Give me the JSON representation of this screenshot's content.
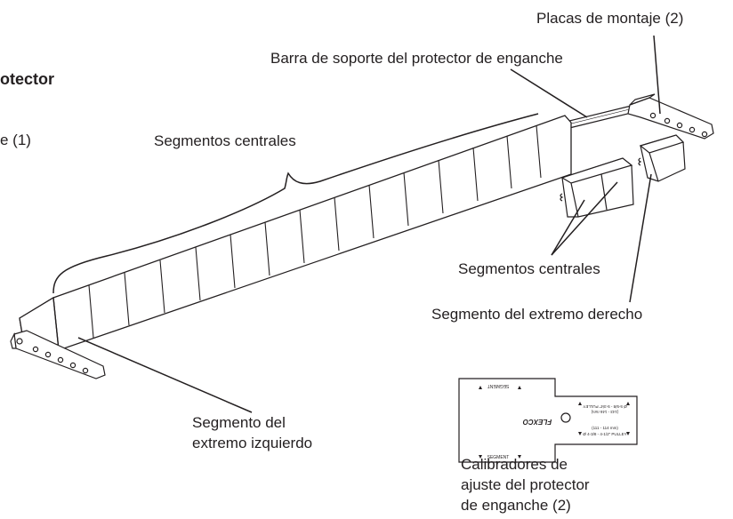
{
  "heading_fragment": "otector",
  "subheading_fragment": "e (1)",
  "labels": {
    "mounting_plates": "Placas de montaje (2)",
    "support_bar": "Barra de soporte del protector de enganche",
    "center_segments_top": "Segmentos centrales",
    "center_segments_right": "Segmentos centrales",
    "right_end_segment": "Segmento del extremo derecho",
    "left_end_segment_line1": "Segmento del",
    "left_end_segment_line2": "extremo izquierdo",
    "gauges_line1": "Calibradores de",
    "gauges_line2": "ajuste del protector",
    "gauges_line3": "de enganche (2)"
  },
  "gauge_card": {
    "brand": "FLEXCO",
    "segment_top": "SEGMENT",
    "segment_bottom": "SEGMENT",
    "pulley_large_1": "Ø 5-5/8 - 5-3/4\" PULLEY",
    "pulley_large_2": "(143 - 146 mm)",
    "pulley_small_1": "(111 - 114 mm)",
    "pulley_small_2": "Ø 4-3/8 - 4-1/2\" PULLEY"
  }
}
